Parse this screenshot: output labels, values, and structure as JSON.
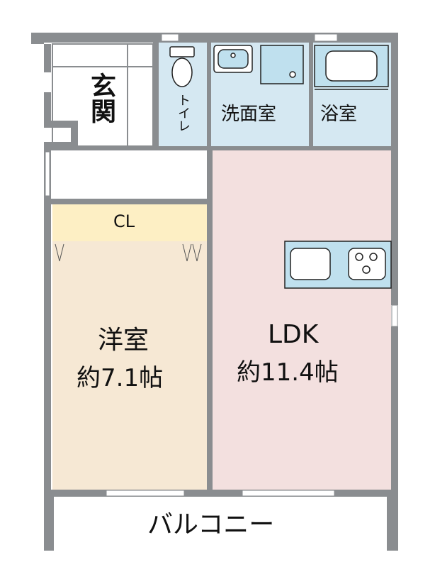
{
  "rooms": {
    "genkan": "玄関",
    "toilet": "トイレ",
    "washroom": "洗面室",
    "bath": "浴室",
    "closet": "CL",
    "western": {
      "name": "洋室",
      "size": "約7.1帖"
    },
    "ldk": {
      "name": "LDK",
      "size": "約11.4帖"
    },
    "balcony": "バルコニー"
  },
  "colors": {
    "wall": "#8a8d90",
    "wet_area": "#d5e8f2",
    "closet": "#fdefc4",
    "western": "#f6e8d4",
    "ldk": "#f3e0df",
    "fixture": "#bfe0ee"
  }
}
